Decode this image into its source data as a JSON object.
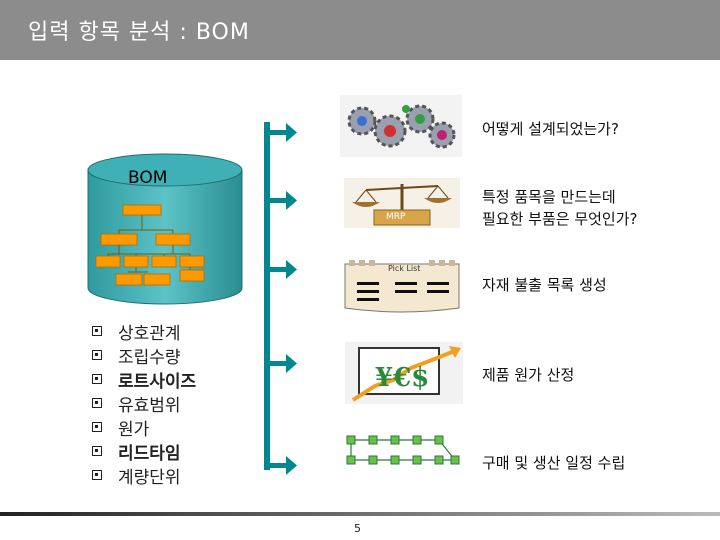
{
  "slide": {
    "title": "입력 항목 분석 : BOM",
    "page_number": "5",
    "accent_color": "#ff9900",
    "arrow_color": "#00878f"
  },
  "bom": {
    "label": "BOM"
  },
  "items": [
    {
      "label": "어떻게 설계되었는가?",
      "icon": "gears-icon"
    },
    {
      "label": "특정 품목을 만드는데\n필요한 부품은 무엇인가?",
      "icon": "scale-icon",
      "image_text": "MRP"
    },
    {
      "label": "자재 불출 목록 생성",
      "icon": "pick-list-icon",
      "image_text": "Pick List"
    },
    {
      "label": "제품 원가 산정",
      "icon": "price-chart-icon"
    },
    {
      "label": "구매 및 생산 일정 수립",
      "icon": "schedule-network-icon"
    }
  ],
  "attributes": [
    {
      "label": "상호관계",
      "bold": false
    },
    {
      "label": "조립수량",
      "bold": false
    },
    {
      "label": "로트사이즈",
      "bold": true
    },
    {
      "label": "유효범위",
      "bold": false
    },
    {
      "label": "원가",
      "bold": false
    },
    {
      "label": "리드타임",
      "bold": true
    },
    {
      "label": "계량단위",
      "bold": false
    }
  ]
}
